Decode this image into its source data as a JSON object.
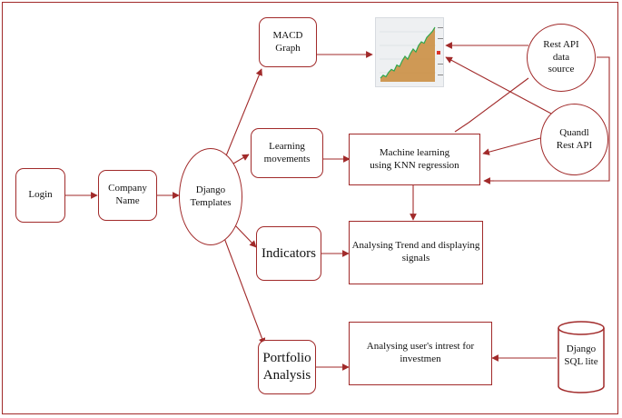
{
  "colors": {
    "accent": "#a12a2a",
    "chart_fill": "#c98a3a",
    "chart_line": "#2fa84f"
  },
  "nodes": {
    "login": "Login",
    "company": "Company\nName",
    "django_templates": "Django\nTemplates",
    "macd": "MACD\nGraph",
    "learning": "Learning\nmovements",
    "indicators": "Indicators",
    "portfolio": "Portfolio\nAnalysis",
    "ml": "Machine learning\nusing KNN regression",
    "trend": "Analysing Trend and displaying\nsignals",
    "interest": "Analysing user's intrest for\ninvestmen",
    "rest_api": "Rest API\ndata\nsource",
    "quandl": "Quandl\nRest API",
    "sqlite": "Django\nSQL lite"
  },
  "chart_image": {
    "icon": "stock-chart-thumbnail",
    "series_trend": [
      10,
      14,
      12,
      18,
      22,
      20,
      28,
      26,
      34,
      40,
      36,
      44,
      50,
      46,
      55,
      60,
      58,
      66,
      70,
      74,
      80
    ]
  }
}
